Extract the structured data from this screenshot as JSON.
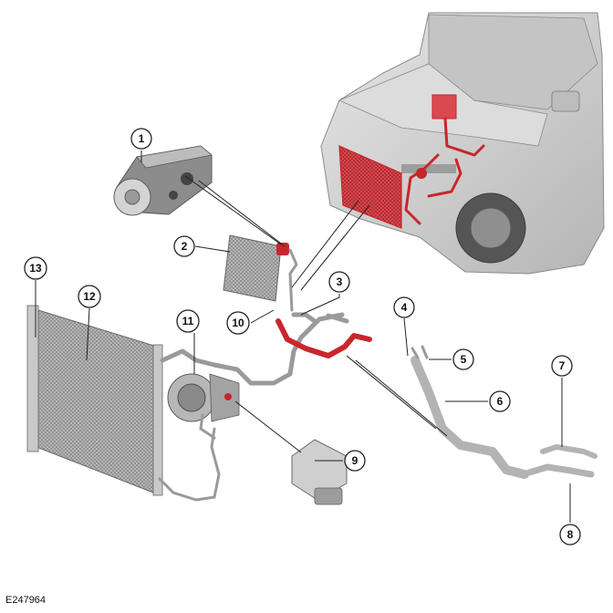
{
  "figure": {
    "reference_code": "E247964"
  },
  "callouts": [
    {
      "id": "1",
      "label": "1"
    },
    {
      "id": "2",
      "label": "2"
    },
    {
      "id": "3",
      "label": "3"
    },
    {
      "id": "4",
      "label": "4"
    },
    {
      "id": "5",
      "label": "5"
    },
    {
      "id": "6",
      "label": "6"
    },
    {
      "id": "7",
      "label": "7"
    },
    {
      "id": "8",
      "label": "8"
    },
    {
      "id": "9",
      "label": "9"
    },
    {
      "id": "10",
      "label": "10"
    },
    {
      "id": "11",
      "label": "11"
    },
    {
      "id": "12",
      "label": "12"
    },
    {
      "id": "13",
      "label": "13"
    }
  ],
  "colors": {
    "highlight": "#c8262c",
    "component": "#9a9a9a",
    "vehicle": "#d9d9d9"
  }
}
